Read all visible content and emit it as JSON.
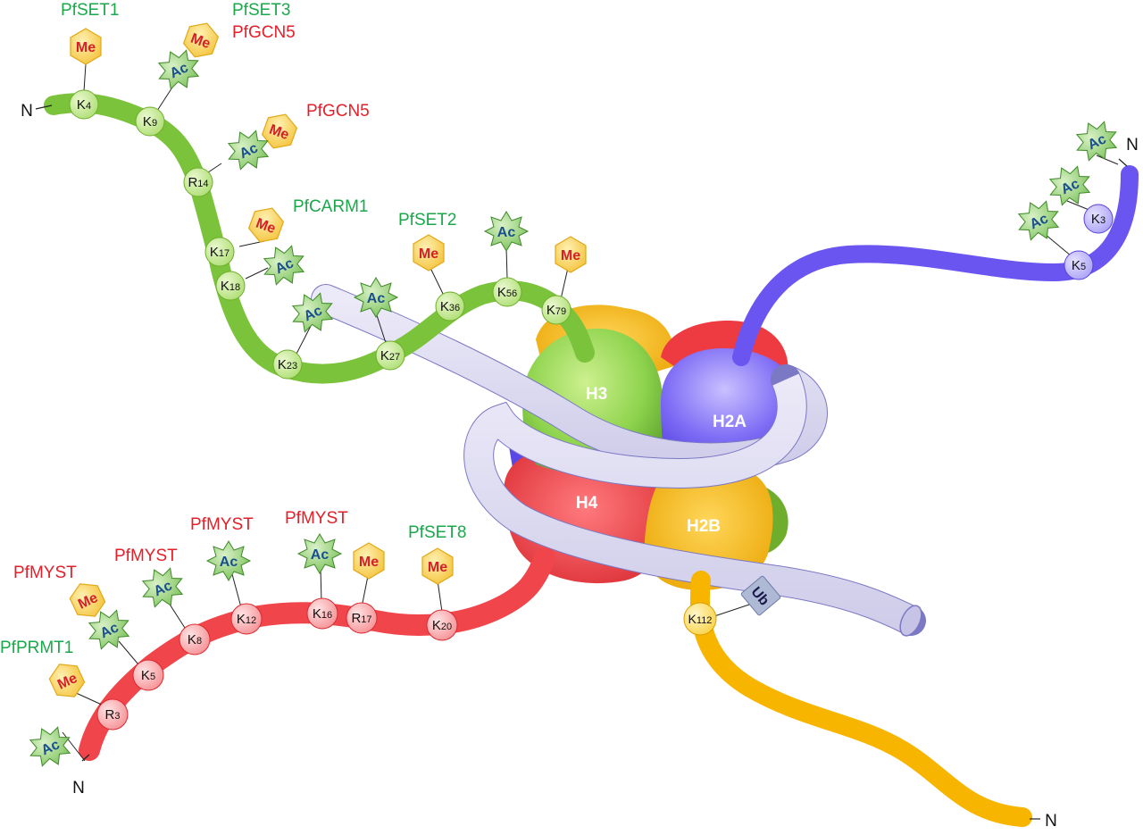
{
  "colors": {
    "h3": "#7ac943",
    "h3_light": "#c8e89a",
    "h2a": "#6a55f0",
    "h2a_light": "#b8afff",
    "h4": "#f0454a",
    "h4_light": "#f7a3a6",
    "h2b": "#f7b500",
    "h2b_light": "#fde68a",
    "dna": "#dcdcf0",
    "dna_edge": "#7b78c4",
    "acetyl": "#5fae3a",
    "acetyl_text": "#1a4f8f",
    "methyl": "#f6c13b",
    "methyl_text": "#d4202a",
    "ub": "#aeb9d6",
    "enzyme_green": "#1aa84b",
    "enzyme_red": "#e3202a"
  },
  "core": {
    "h3": "H3",
    "h2a": "H2A",
    "h4": "H4",
    "h2b": "H2B"
  },
  "mods": {
    "methyl": "Me",
    "acetyl": "Ac",
    "ubiquitin": "Ub"
  },
  "n_terminus": "N",
  "enzymes": [
    {
      "text": "PfSET1",
      "color": "green"
    },
    {
      "text": "PfSET3",
      "color": "green"
    },
    {
      "text": "PfGCN5",
      "color": "red"
    },
    {
      "text": "PfGCN5",
      "color": "red"
    },
    {
      "text": "PfCARM1",
      "color": "green"
    },
    {
      "text": "PfSET2",
      "color": "green"
    },
    {
      "text": "PfMYST",
      "color": "red"
    },
    {
      "text": "PfMYST",
      "color": "red"
    },
    {
      "text": "PfMYST",
      "color": "red"
    },
    {
      "text": "PfPRMT1",
      "color": "green"
    },
    {
      "text": "PfSET8",
      "color": "green"
    }
  ],
  "residues": {
    "h3": [
      {
        "aa": "K",
        "n": "4"
      },
      {
        "aa": "K",
        "n": "9"
      },
      {
        "aa": "R",
        "n": "14"
      },
      {
        "aa": "K",
        "n": "17"
      },
      {
        "aa": "K",
        "n": "18"
      },
      {
        "aa": "K",
        "n": "23"
      },
      {
        "aa": "K",
        "n": "27"
      },
      {
        "aa": "K",
        "n": "36"
      },
      {
        "aa": "K",
        "n": "56"
      },
      {
        "aa": "K",
        "n": "79"
      }
    ],
    "h2a": [
      {
        "aa": "K",
        "n": "3"
      },
      {
        "aa": "K",
        "n": "5"
      }
    ],
    "h4": [
      {
        "aa": "R",
        "n": "3"
      },
      {
        "aa": "K",
        "n": "5"
      },
      {
        "aa": "K",
        "n": "8"
      },
      {
        "aa": "K",
        "n": "12"
      },
      {
        "aa": "K",
        "n": "16"
      },
      {
        "aa": "R",
        "n": "17"
      },
      {
        "aa": "K",
        "n": "20"
      }
    ],
    "h2b": [
      {
        "aa": "K",
        "n": "112"
      }
    ]
  }
}
